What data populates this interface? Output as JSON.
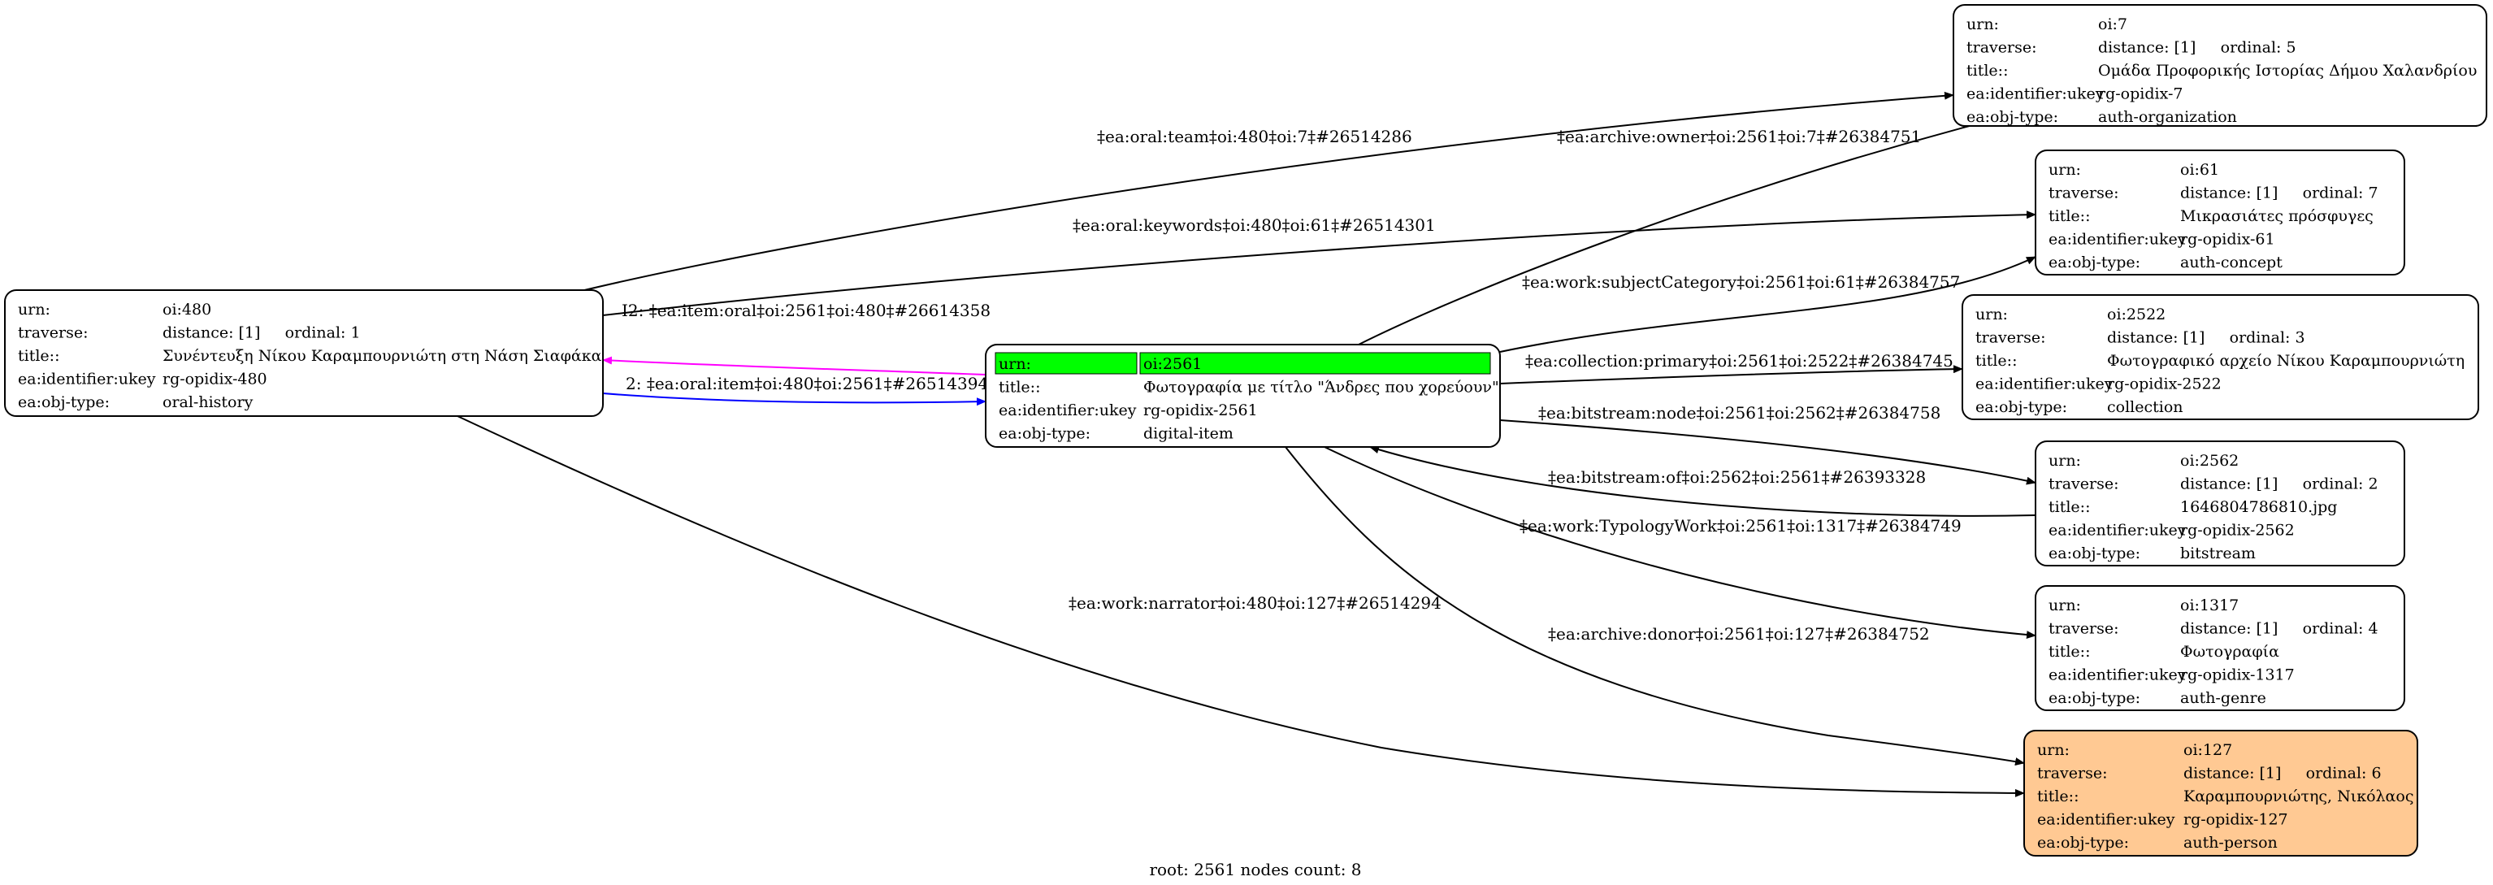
{
  "colors": {
    "default_fill": "#ffffff",
    "root_header": "#00ff00",
    "person_fill": "#ffc993",
    "edge_default": "#000000",
    "edge_magenta": "#ff00ff",
    "edge_blue": "#0000ff"
  },
  "nodes": [
    {
      "id": "n480",
      "rows": [
        [
          "urn:",
          "oi:480"
        ],
        [
          "traverse:",
          "distance: [1]     ordinal: 1"
        ],
        [
          "title::",
          "Συνέντευξη Νίκου Καραμπουρνιώτη στη Νάση Σιαφάκα"
        ],
        [
          "ea:identifier:ukey",
          "rg-opidix-480"
        ],
        [
          "ea:obj-type:",
          "oral-history"
        ]
      ]
    },
    {
      "id": "n2561",
      "root": true,
      "rows": [
        [
          "urn:",
          "oi:2561"
        ],
        [
          "title::",
          "Φωτογραφία με τίτλο \"Άνδρες που χορεύουν\""
        ],
        [
          "ea:identifier:ukey",
          "rg-opidix-2561"
        ],
        [
          "ea:obj-type:",
          "digital-item"
        ]
      ]
    },
    {
      "id": "n7",
      "rows": [
        [
          "urn:",
          "oi:7"
        ],
        [
          "traverse:",
          "distance: [1]     ordinal: 5"
        ],
        [
          "title::",
          "Ομάδα Προφορικής Ιστορίας Δήμου Χαλανδρίου"
        ],
        [
          "ea:identifier:ukey",
          "rg-opidix-7"
        ],
        [
          "ea:obj-type:",
          "auth-organization"
        ]
      ]
    },
    {
      "id": "n61",
      "rows": [
        [
          "urn:",
          "oi:61"
        ],
        [
          "traverse:",
          "distance: [1]     ordinal: 7"
        ],
        [
          "title::",
          "Μικρασιάτες πρόσφυγες"
        ],
        [
          "ea:identifier:ukey",
          "rg-opidix-61"
        ],
        [
          "ea:obj-type:",
          "auth-concept"
        ]
      ]
    },
    {
      "id": "n2522",
      "rows": [
        [
          "urn:",
          "oi:2522"
        ],
        [
          "traverse:",
          "distance: [1]     ordinal: 3"
        ],
        [
          "title::",
          "Φωτογραφικό αρχείο Νίκου Καραμπουρνιώτη"
        ],
        [
          "ea:identifier:ukey",
          "rg-opidix-2522"
        ],
        [
          "ea:obj-type:",
          "collection"
        ]
      ]
    },
    {
      "id": "n2562",
      "rows": [
        [
          "urn:",
          "oi:2562"
        ],
        [
          "traverse:",
          "distance: [1]     ordinal: 2"
        ],
        [
          "title::",
          "1646804786810.jpg"
        ],
        [
          "ea:identifier:ukey",
          "rg-opidix-2562"
        ],
        [
          "ea:obj-type:",
          "bitstream"
        ]
      ]
    },
    {
      "id": "n1317",
      "rows": [
        [
          "urn:",
          "oi:1317"
        ],
        [
          "traverse:",
          "distance: [1]     ordinal: 4"
        ],
        [
          "title::",
          "Φωτογραφία"
        ],
        [
          "ea:identifier:ukey",
          "rg-opidix-1317"
        ],
        [
          "ea:obj-type:",
          "auth-genre"
        ]
      ]
    },
    {
      "id": "n127",
      "person": true,
      "rows": [
        [
          "urn:",
          "oi:127"
        ],
        [
          "traverse:",
          "distance: [1]     ordinal: 6"
        ],
        [
          "title::",
          "Καραμπουρνιώτης, Νικόλαος"
        ],
        [
          "ea:identifier:ukey",
          "rg-opidix-127"
        ],
        [
          "ea:obj-type:",
          "auth-person"
        ]
      ]
    }
  ],
  "edges": [
    {
      "id": "e1",
      "label": "‡ea:oral:team‡oi:480‡oi:7‡#26514286",
      "color": "#000000"
    },
    {
      "id": "e2",
      "label": "‡ea:oral:keywords‡oi:480‡oi:61‡#26514301",
      "color": "#000000"
    },
    {
      "id": "e3",
      "label": "I2: ‡ea:item:oral‡oi:2561‡oi:480‡#26614358",
      "color": "#ff00ff"
    },
    {
      "id": "e4",
      "label": "2: ‡ea:oral:item‡oi:480‡oi:2561‡#26514394",
      "color": "#0000ff"
    },
    {
      "id": "e5",
      "label": "‡ea:work:narrator‡oi:480‡oi:127‡#26514294",
      "color": "#000000"
    },
    {
      "id": "e6",
      "label": "‡ea:archive:owner‡oi:2561‡oi:7‡#26384751",
      "color": "#000000"
    },
    {
      "id": "e7",
      "label": "‡ea:work:subjectCategory‡oi:2561‡oi:61‡#26384757",
      "color": "#000000"
    },
    {
      "id": "e8",
      "label": "‡ea:collection:primary‡oi:2561‡oi:2522‡#26384745",
      "color": "#000000"
    },
    {
      "id": "e9",
      "label": "‡ea:bitstream:node‡oi:2561‡oi:2562‡#26384758",
      "color": "#000000"
    },
    {
      "id": "e10",
      "label": "‡ea:bitstream:of‡oi:2562‡oi:2561‡#26393328",
      "color": "#000000"
    },
    {
      "id": "e11",
      "label": "‡ea:work:TypologyWork‡oi:2561‡oi:1317‡#26384749",
      "color": "#000000"
    },
    {
      "id": "e12",
      "label": "‡ea:archive:donor‡oi:2561‡oi:127‡#26384752",
      "color": "#000000"
    }
  ],
  "caption": "root: 2561 nodes count: 8"
}
